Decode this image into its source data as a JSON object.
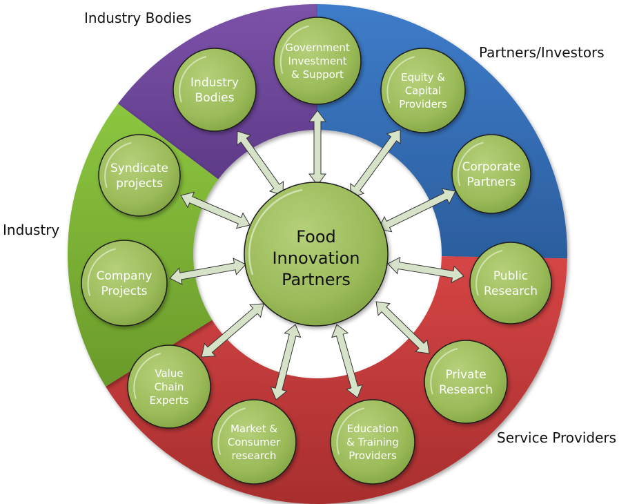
{
  "title": "Food Innovation Partners",
  "center": {
    "lines": [
      "Food",
      "Innovation",
      "Partners"
    ]
  },
  "segments": [
    {
      "key": "industry_bodies",
      "label": "Industry Bodies",
      "color": "#7B52A8",
      "dark": "#5E3A88"
    },
    {
      "key": "partners_investors",
      "label": "Partners/Investors",
      "color": "#3E7CC9",
      "dark": "#2B5E9E"
    },
    {
      "key": "service_providers",
      "label": "Service Providers",
      "color": "#D64545",
      "dark": "#A82E2E"
    },
    {
      "key": "industry",
      "label": "Industry",
      "color": "#8CC63F",
      "dark": "#6A9A2A"
    }
  ],
  "nodes": [
    {
      "key": "government",
      "lines": [
        "Government",
        "Investment",
        "& Support"
      ]
    },
    {
      "key": "equity",
      "lines": [
        "Equity &",
        "Capital",
        "Providers"
      ]
    },
    {
      "key": "corporate",
      "lines": [
        "Corporate",
        "Partners"
      ]
    },
    {
      "key": "public_research",
      "lines": [
        "Public",
        "Research"
      ]
    },
    {
      "key": "private_research",
      "lines": [
        "Private",
        "Research"
      ]
    },
    {
      "key": "education",
      "lines": [
        "Education",
        "& Training",
        "Providers"
      ]
    },
    {
      "key": "market",
      "lines": [
        "Market &",
        "Consumer",
        "research"
      ]
    },
    {
      "key": "value_chain",
      "lines": [
        "Value",
        "Chain",
        "Experts"
      ]
    },
    {
      "key": "company_projects",
      "lines": [
        "Company",
        "Projects"
      ]
    },
    {
      "key": "syndicate",
      "lines": [
        "Syndicate",
        "projects"
      ]
    },
    {
      "key": "industry_bodies_node",
      "lines": [
        "Industry",
        "Bodies"
      ]
    }
  ],
  "colors": {
    "node_fill": "#9BBB59",
    "node_stroke": "#1a1a1a",
    "arrow_fill": "#D6E3C8",
    "arrow_stroke": "#333333"
  }
}
